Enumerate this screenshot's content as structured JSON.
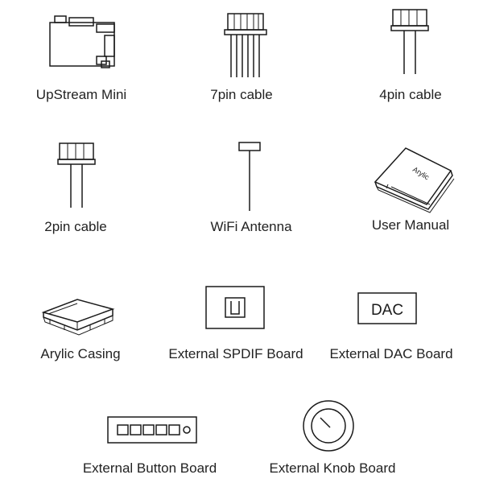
{
  "items": [
    {
      "id": "upstream-mini",
      "label": "UpStream Mini",
      "icon": "circuit-board-icon"
    },
    {
      "id": "7pin-cable",
      "label": "7pin cable",
      "icon": "7pin-cable-icon"
    },
    {
      "id": "4pin-cable",
      "label": "4pin cable",
      "icon": "4pin-cable-icon"
    },
    {
      "id": "2pin-cable",
      "label": "2pin cable",
      "icon": "2pin-cable-icon"
    },
    {
      "id": "wifi-antenna",
      "label": "WiFi Antenna",
      "icon": "antenna-icon"
    },
    {
      "id": "user-manual",
      "label": "User Manual",
      "icon": "booklet-icon"
    },
    {
      "id": "arylic-casing",
      "label": "Arylic Casing",
      "icon": "casing-icon"
    },
    {
      "id": "spdif-board",
      "label": "External SPDIF Board",
      "icon": "spdif-board-icon"
    },
    {
      "id": "dac-board",
      "label": "External DAC Board",
      "icon": "dac-board-icon"
    },
    {
      "id": "button-board",
      "label": "External Button Board",
      "icon": "button-board-icon"
    },
    {
      "id": "knob-board",
      "label": "External Knob Board",
      "icon": "knob-board-icon"
    }
  ],
  "manual_cover_text": "Arylic",
  "dac_box_text": "DAC"
}
